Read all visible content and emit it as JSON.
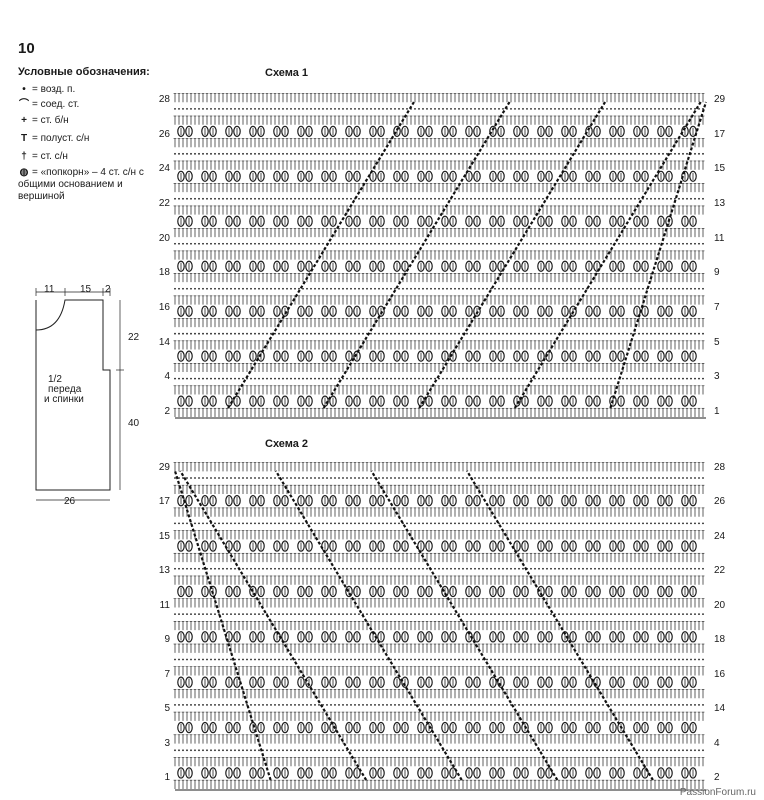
{
  "pattern": {
    "number": "10"
  },
  "legend": {
    "title": "Условные обозначения:",
    "items": [
      {
        "symbol": "•",
        "text": "= возд. п."
      },
      {
        "symbol": "⌒",
        "text": "= соед. ст."
      },
      {
        "symbol": "+",
        "text": "= ст. б/н"
      },
      {
        "symbol": "T",
        "text": "= полуст. с/н"
      },
      {
        "symbol": "†",
        "text": "= ст. с/н"
      },
      {
        "symbol": "◍",
        "text": "= «попкорн» – 4 ст. с/н с общими основанием и вершиной"
      }
    ]
  },
  "silhouette": {
    "top_labels": [
      "11",
      "15",
      "2"
    ],
    "side_labels": [
      "22",
      "40"
    ],
    "bottom_label": "26",
    "caption_line1": "1/2",
    "caption_line2": "переда",
    "caption_line3": "и спинки"
  },
  "schemes": [
    {
      "title": "Схема 1",
      "left_rows": [
        "28",
        "26",
        "24",
        "22",
        "20",
        "18",
        "16",
        "14",
        "4",
        "2"
      ],
      "right_rows": [
        "29",
        "17",
        "15",
        "13",
        "11",
        "9",
        "7",
        "5",
        "3",
        "1"
      ]
    },
    {
      "title": "Схема 2",
      "left_rows": [
        "29",
        "17",
        "15",
        "13",
        "11",
        "9",
        "7",
        "5",
        "3",
        "1"
      ],
      "right_rows": [
        "28",
        "26",
        "24",
        "22",
        "20",
        "18",
        "16",
        "14",
        "4",
        "2"
      ]
    }
  ],
  "watermark": "PassionForum.ru"
}
